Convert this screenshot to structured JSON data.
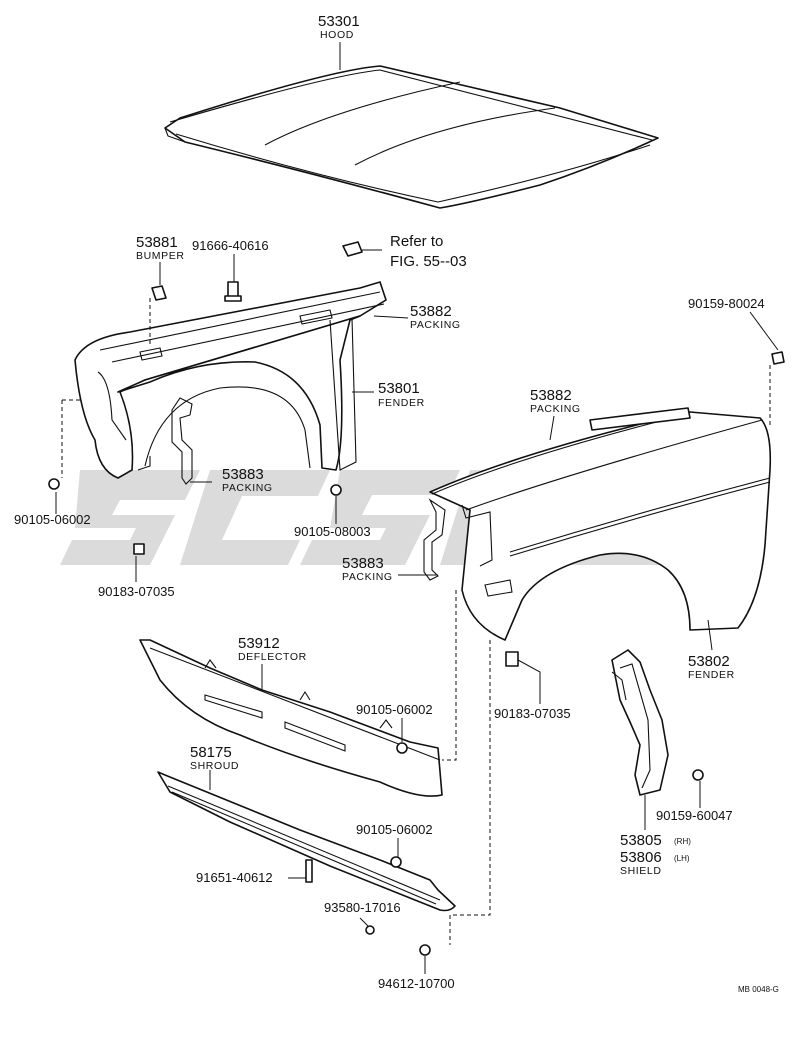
{
  "parts": {
    "hood": {
      "number": "53301",
      "name": "HOOD"
    },
    "bumper": {
      "number": "53881",
      "name": "BUMPER"
    },
    "bolt_top": {
      "number": "91666-40616"
    },
    "reference": {
      "line1": "Refer to",
      "line2": "FIG. 55--03"
    },
    "packing_upper_left": {
      "number": "53882",
      "name": "PACKING"
    },
    "bolt_right_top": {
      "number": "90159-80024"
    },
    "fender_left": {
      "number": "53801",
      "name": "FENDER"
    },
    "packing_upper_right": {
      "number": "53882",
      "name": "PACKING"
    },
    "screw_left": {
      "number": "90105-06002"
    },
    "packing_lower_left": {
      "number": "53883",
      "name": "PACKING"
    },
    "screw_mid": {
      "number": "90105-08003"
    },
    "packing_lower_right": {
      "number": "53883",
      "name": "PACKING"
    },
    "nut_left": {
      "number": "90183-07035"
    },
    "deflector": {
      "number": "53912",
      "name": "DEFLECTOR"
    },
    "fender_right": {
      "number": "53802",
      "name": "FENDER"
    },
    "screw_deflector": {
      "number": "90105-06002"
    },
    "nut_right": {
      "number": "90183-07035"
    },
    "shroud": {
      "number": "58175",
      "name": "SHROUD"
    },
    "screw_shroud": {
      "number": "90105-06002"
    },
    "screw_shield": {
      "number": "90159-60047"
    },
    "bolt_shroud": {
      "number": "91651-40612"
    },
    "shield": {
      "number_rh": "53805",
      "suffix_rh": "(RH)",
      "number_lh": "53806",
      "suffix_lh": "(LH)",
      "name": "SHIELD"
    },
    "clip": {
      "number": "93580-17016"
    },
    "washer": {
      "number": "94612-10700"
    }
  },
  "drawing_code": "MB 0048-G",
  "icons": [
    "hood-icon",
    "fender-icon",
    "deflector-icon",
    "shroud-icon",
    "shield-icon",
    "bolt-icon",
    "nut-icon",
    "watermark-logo"
  ]
}
